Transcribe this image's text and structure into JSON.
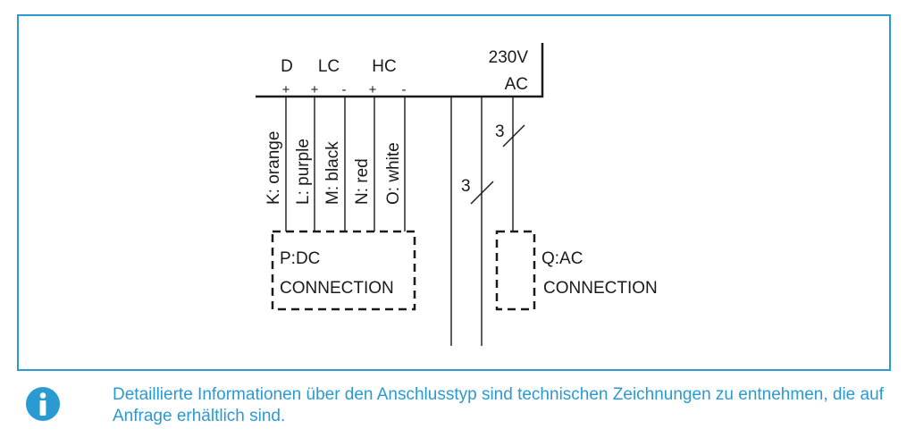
{
  "diagram": {
    "header": {
      "groups": [
        "D",
        "LC",
        "HC"
      ],
      "polarities": [
        "+",
        "+",
        "-",
        "+",
        "-"
      ],
      "ac_voltage": "230V",
      "ac_type": "AC"
    },
    "wires": [
      "K: orange",
      "L: purple",
      "M: black",
      "N: red",
      "O: white"
    ],
    "conductor_counts": [
      "3",
      "3"
    ],
    "dc_box": {
      "line1": "P:DC",
      "line2": "CONNECTION"
    },
    "ac_box": {
      "line1": "Q:AC",
      "line2": "CONNECTION"
    }
  },
  "note": {
    "icon": "info-icon",
    "text": "Detaillierte Informationen über den Anschlusstyp sind technischen Zeichnungen zu entnehmen, die auf Anfrage erhältlich sind."
  },
  "colors": {
    "accent": "#2a9ad2",
    "line": "#1a1a1a"
  }
}
